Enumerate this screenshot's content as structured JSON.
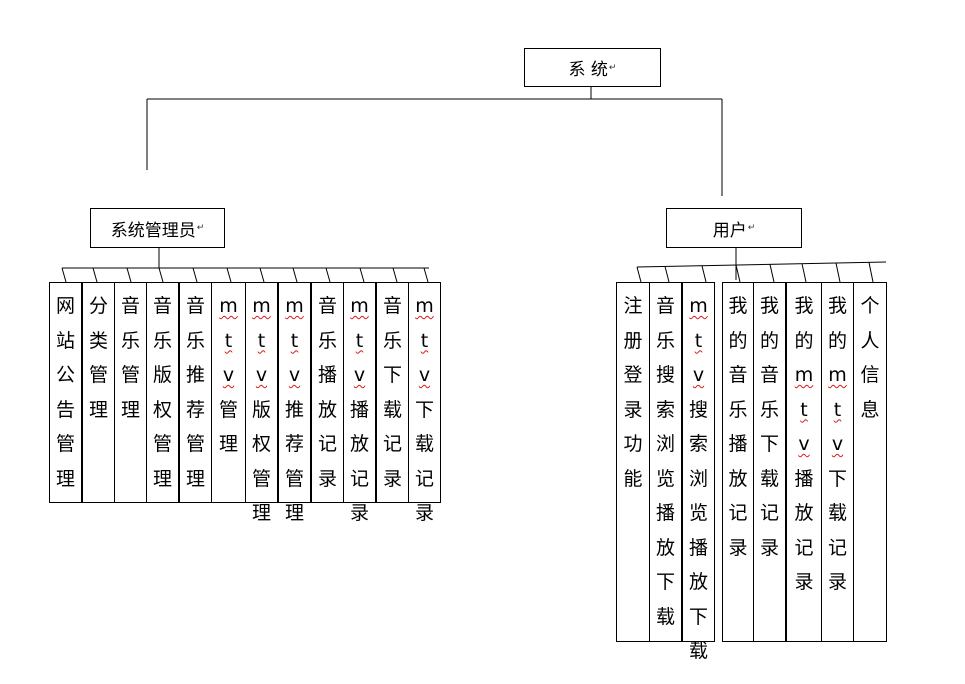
{
  "root": {
    "label": "系 统"
  },
  "admin": {
    "label": "系统管理员",
    "functions": [
      "网站公告管理",
      "分类管理",
      "音乐管理",
      "音乐版权管理",
      "音乐推荐管理",
      "mtv管理",
      "mtv版权管理",
      "mtv推荐管理",
      "音乐播放记录",
      "mtv播放记录",
      "音乐下载记录",
      "mtv下载记录"
    ]
  },
  "user": {
    "label": "用户",
    "functions": [
      "注册登录功能",
      "音乐搜索浏览播放下载",
      "mtv搜索浏览播放下载",
      "我的音乐播放记录",
      "我的音乐下载记录",
      "我的mtv播放记录",
      "我的mtv下载记录",
      "个人信息"
    ]
  },
  "paragraph_mark": "↵"
}
